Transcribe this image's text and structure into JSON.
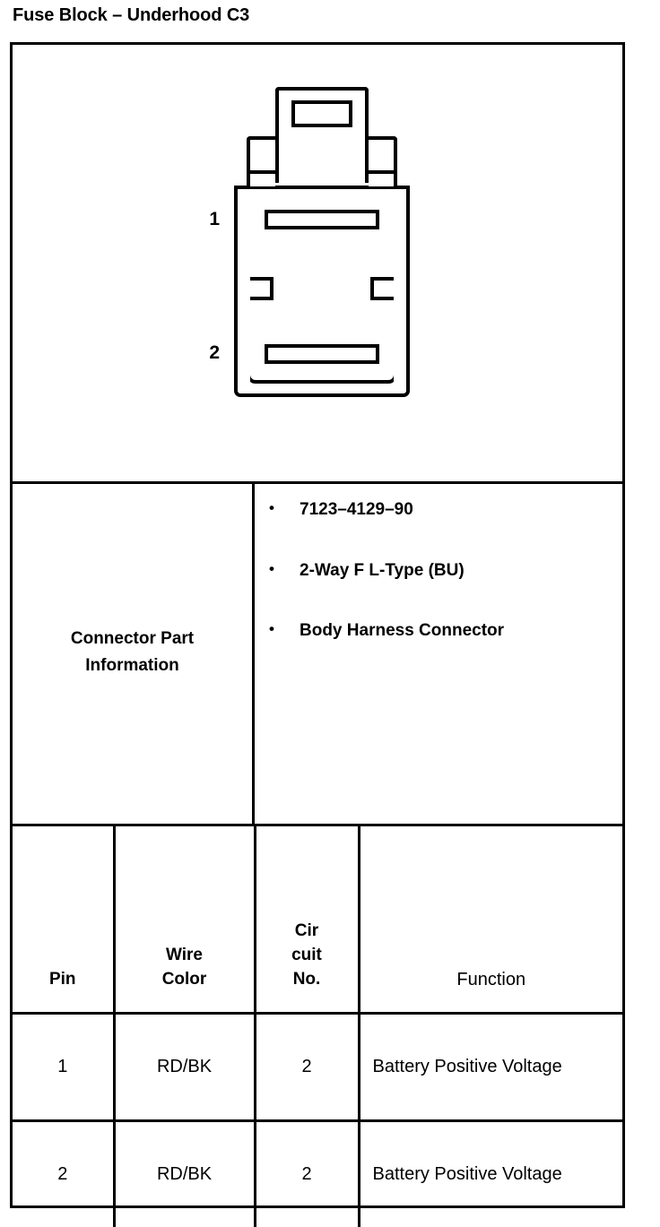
{
  "title": "Fuse Block – Underhood C3",
  "diagram": {
    "name": "connector-face-view",
    "pin_callouts": [
      "1",
      "2"
    ]
  },
  "connector_part_information": {
    "label": "Connector Part\nInformation",
    "label_line1": "Connector Part",
    "label_line2": "Information",
    "bullet_glyph": "•",
    "items": [
      "7123–4129–90",
      "2-Way F L-Type (BU)",
      "Body Harness Connector"
    ]
  },
  "pin_table": {
    "headers": {
      "pin": "Pin",
      "wire_color_line1": "Wire",
      "wire_color_line2": "Color",
      "circuit_line1": "Cir",
      "circuit_line2": "cuit",
      "circuit_line3": "No.",
      "function": "Function"
    },
    "rows": [
      {
        "pin": "1",
        "wire_color": "RD/BK",
        "circuit_no": "2",
        "function": "Battery Positive Voltage"
      },
      {
        "pin": "2",
        "wire_color": "RD/BK",
        "circuit_no": "2",
        "function": "Battery Positive Voltage"
      }
    ]
  },
  "colors": {
    "ink": "#000000",
    "paper": "#ffffff"
  }
}
